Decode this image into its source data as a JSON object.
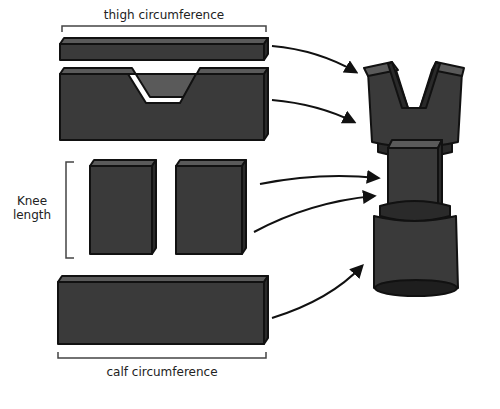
{
  "diagram": {
    "labels": [
      "thigh circumference",
      "Knee length",
      "calf circumference"
    ]
  }
}
